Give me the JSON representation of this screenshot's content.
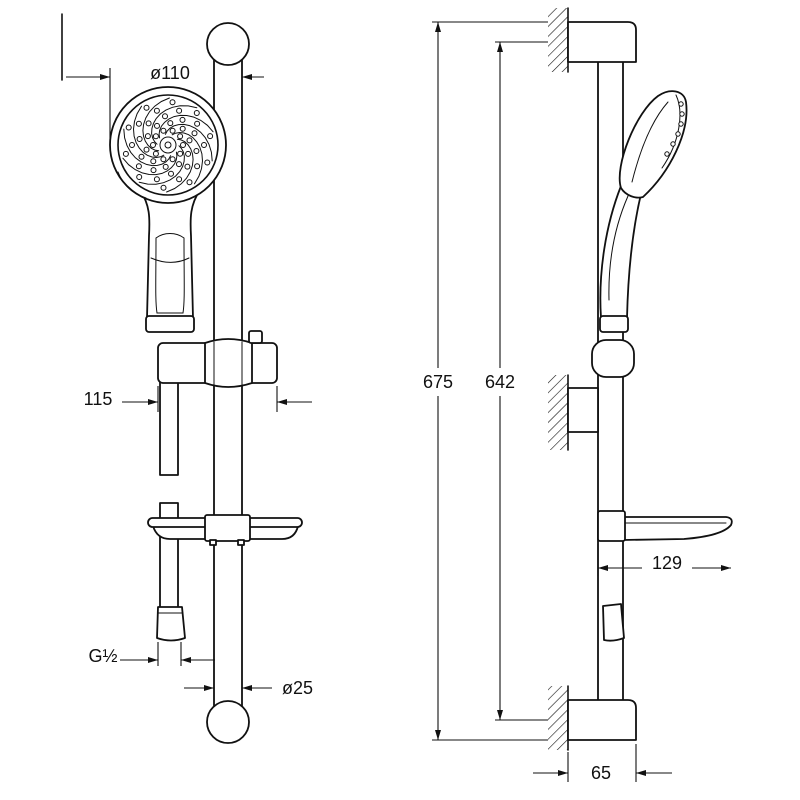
{
  "dimensions": {
    "head_diameter": "ø110",
    "holder_width": "115",
    "hose_thread": "G½",
    "rail_diameter": "ø25",
    "overall_height": "675",
    "bracket_distance": "642",
    "soap_dish_depth": "129",
    "wall_distance": "65"
  }
}
